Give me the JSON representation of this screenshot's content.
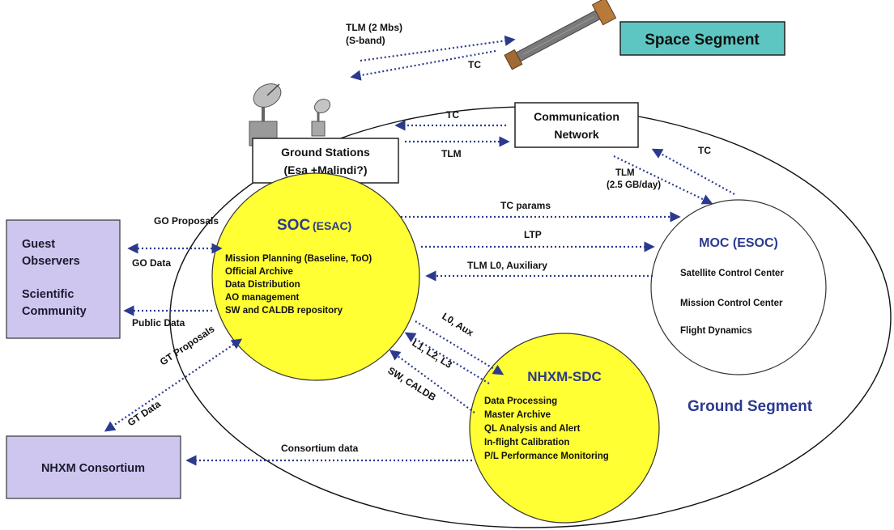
{
  "space_segment": {
    "label": "Space Segment",
    "fill": "#5ec6c2"
  },
  "ground_segment": {
    "label": "Ground Segment"
  },
  "ground_stations": {
    "line1": "Ground Stations",
    "line2": "(Esa +Malindi?)"
  },
  "comm_network": {
    "line1": "Communication",
    "line2": "Network"
  },
  "soc": {
    "title": "SOC",
    "subtitle": "(ESAC)",
    "items": [
      "Mission Planning (Baseline, ToO)",
      "Official Archive",
      "Data Distribution",
      "AO management",
      "SW and CALDB repository"
    ],
    "fill": "#ffff33"
  },
  "moc": {
    "title": "MOC (ESOC)",
    "items": [
      "Satellite Control Center",
      "Mission Control Center",
      "Flight Dynamics"
    ]
  },
  "nhxm_sdc": {
    "title": "NHXM-SDC",
    "items": [
      "Data Processing",
      "Master Archive",
      "QL Analysis and Alert",
      "In-flight Calibration",
      "P/L Performance Monitoring"
    ],
    "fill": "#ffff33"
  },
  "guest_box": {
    "line1": "Guest",
    "line2": "Observers",
    "line3": "Scientific",
    "line4": "Community",
    "fill": "#cfc6f0"
  },
  "consortium_box": {
    "label": "NHXM Consortium",
    "fill": "#cfc6f0"
  },
  "flow_labels": {
    "tlm_2mbs_1": "TLM (2 Mbs)",
    "tlm_2mbs_2": "(S-band)",
    "tc_space": "TC",
    "tc_comm": "TC",
    "tlm_comm": "TLM",
    "tc_moc": "TC",
    "tlm_moc_1": "TLM",
    "tlm_moc_2": "(2.5 GB/day)",
    "go_proposals": "GO Proposals",
    "go_data": "GO Data",
    "public_data": "Public Data",
    "tc_params": "TC params",
    "ltp": "LTP",
    "tlm_l0_aux": "TLM L0, Auxiliary",
    "l0_aux": "L0, Aux",
    "l1_l2_l3": "L1, L2, L3",
    "sw_caldb": "SW, CALDB",
    "gt_proposals": "GT Proposals",
    "gt_data": "GT Data",
    "consortium_data": "Consortium data"
  }
}
